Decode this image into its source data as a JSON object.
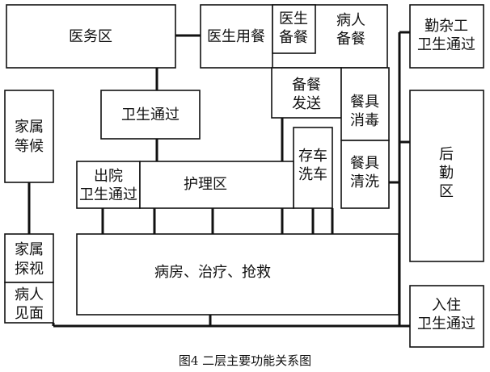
{
  "caption": "图4  二层主要功能关系图",
  "nodes": {
    "yiwuqu": "医务区",
    "yishengyongcan": "医生用餐",
    "yisheng_beican": [
      "医生",
      "备餐"
    ],
    "bingren_beican": [
      "病人",
      "备餐"
    ],
    "weisheng_tongguo": "卫生通过",
    "beican_fasong": [
      "备餐",
      "发送"
    ],
    "canju_xiaodu": [
      "餐具",
      "消毒"
    ],
    "cunche_xiche": [
      "存车",
      "洗车"
    ],
    "canju_qingxi": [
      "餐具",
      "清洗"
    ],
    "chuyuan": [
      "出院",
      "卫生通过"
    ],
    "hulique": "护理区",
    "jiashu_denghou": [
      "家属",
      "等候"
    ],
    "jiashu_tanshi": [
      "家属",
      "探视"
    ],
    "bingren_jianmian": [
      "病人",
      "见面"
    ],
    "bingfang": "病房、治疗、抢救",
    "qinzagong": [
      "勤杂工",
      "卫生通过"
    ],
    "houqinqu": [
      "后",
      "勤",
      "区"
    ],
    "ruzhu": [
      "入住",
      "卫生通过"
    ]
  }
}
